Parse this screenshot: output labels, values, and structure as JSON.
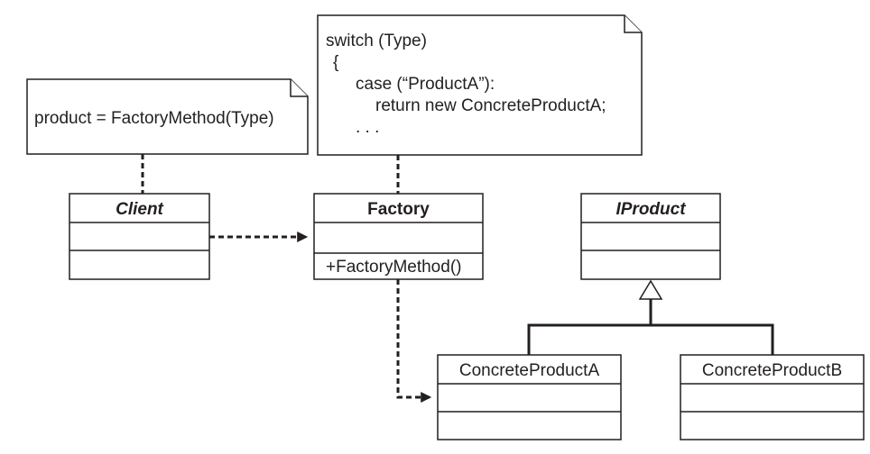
{
  "notes": {
    "client_note": "product = FactoryMethod(Type)",
    "factory_note": {
      "line1": "switch (Type)",
      "line2": "{",
      "line3": "case (“ProductA”):",
      "line4": "return new ConcreteProductA;",
      "line5": ". . ."
    }
  },
  "classes": {
    "client": {
      "name": "Client",
      "operation": ""
    },
    "factory": {
      "name": "Factory",
      "operation": "+FactoryMethod()"
    },
    "iproduct": {
      "name": "IProduct",
      "operation": ""
    },
    "concrete_a": {
      "name": "ConcreteProductA",
      "operation": ""
    },
    "concrete_b": {
      "name": "ConcreteProductB",
      "operation": ""
    }
  },
  "colors": {
    "ink": "#231f20",
    "background": "#ffffff"
  }
}
